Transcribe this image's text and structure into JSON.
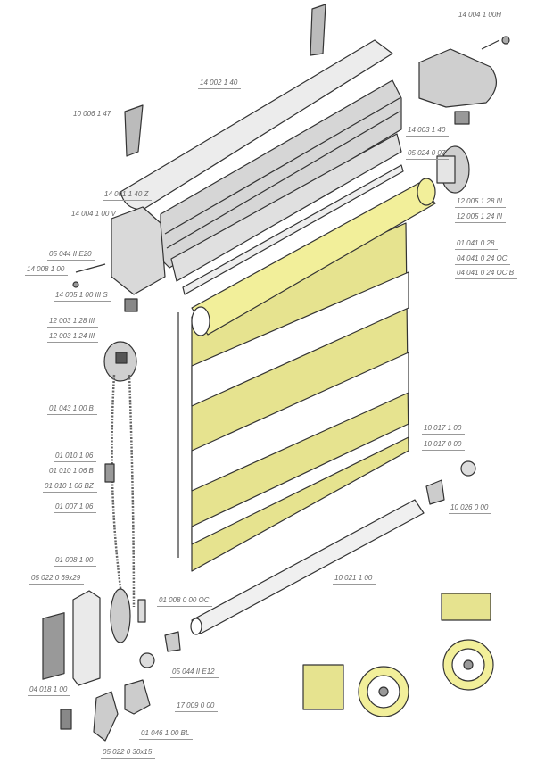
{
  "labels": {
    "bracket_right": "14 004 1 00H",
    "cassette_cover": "14 002 1 40",
    "clip_top": "10 006 1 47",
    "profile_bottom": "14 003 1 40",
    "strip": "05 024 0 07",
    "profile_main": "14 001 1 40 Z",
    "bracket_left": "14 004 1 00 V",
    "plug_right_28": "12 005 1 28 III",
    "plug_right_24": "12 005 1 24 III",
    "screw_e20": "05 044 II E20",
    "cap_nut": "14 008 1 00",
    "tube_28": "01 041 0 28",
    "tube_24_oc": "04 041 0 24 OC",
    "tube_24_ocb": "04 041 0 24 OC B",
    "adapter": "14 005 1 00 III S",
    "control_28": "12 003 1 28 III",
    "control_24": "12 003 1 24 III",
    "chain_connector": "01 043 1 00 B",
    "endcap_a": "10 017 1 00",
    "endcap_b": "10 017 0 00",
    "stopper": "01 010 1 06",
    "stopper_b": "01 010 1 06 B",
    "stopper_bz": "01 010 1 06 BZ",
    "chain": "01 007 1 06",
    "bottom_cap": "10 026 0 00",
    "chain_weight": "01 008 1 00",
    "bottom_bar": "10 021 1 00",
    "tape_69": "05 022 0 69x29",
    "pin": "01 008 0 00 OC",
    "screw_e12": "05 044 II E12",
    "tension_plate": "04 018 1 00",
    "clip_holder": "17 009 0 00",
    "tension_device": "01 046 1 00 BL",
    "tape_30": "05 022 0 30x15"
  },
  "colors": {
    "fabric": "#e6e38f",
    "fabric_dark": "#c9c46a",
    "tube": "#f2ef9a",
    "metal": "#d4d4d4",
    "outline": "#333333"
  }
}
